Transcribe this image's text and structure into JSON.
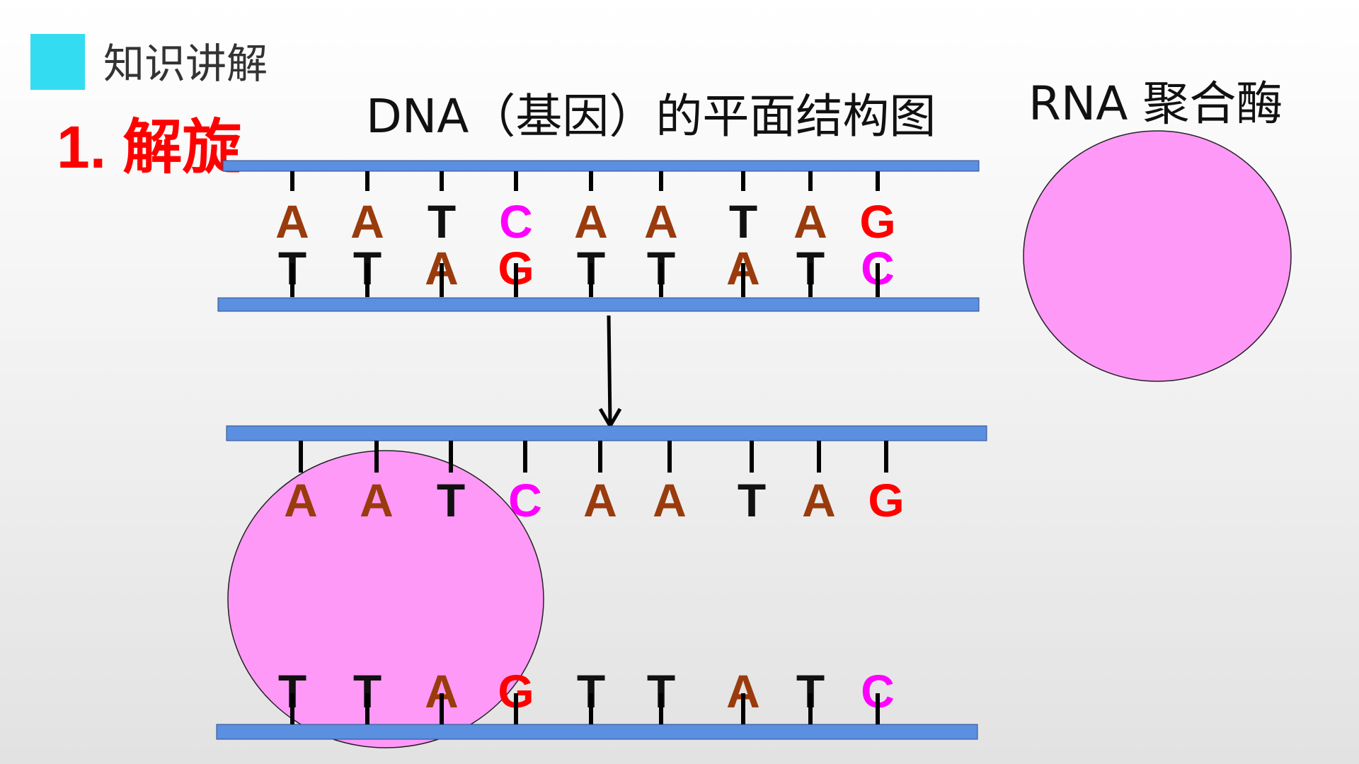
{
  "header": {
    "title": "知识讲解",
    "accent_color": "#33dcf1"
  },
  "step": {
    "label": "1. 解旋",
    "color": "#ff0000"
  },
  "diagram": {
    "title": "DNA（基因）的平面结构图",
    "enzyme_label": "RNA 聚合酶",
    "strand_color": "#5b8fdf",
    "enzyme_color": "#ff99f7",
    "base_colors": {
      "A": "#9a3b0d",
      "T": "#111111",
      "C": "#ff00ff",
      "G": "#ff0000"
    },
    "template_strand": [
      "A",
      "A",
      "T",
      "C",
      "A",
      "A",
      "T",
      "A",
      "G"
    ],
    "complementary_strand": [
      "T",
      "T",
      "A",
      "G",
      "T",
      "T",
      "A",
      "T",
      "C"
    ],
    "arrow": "down-arrow"
  }
}
